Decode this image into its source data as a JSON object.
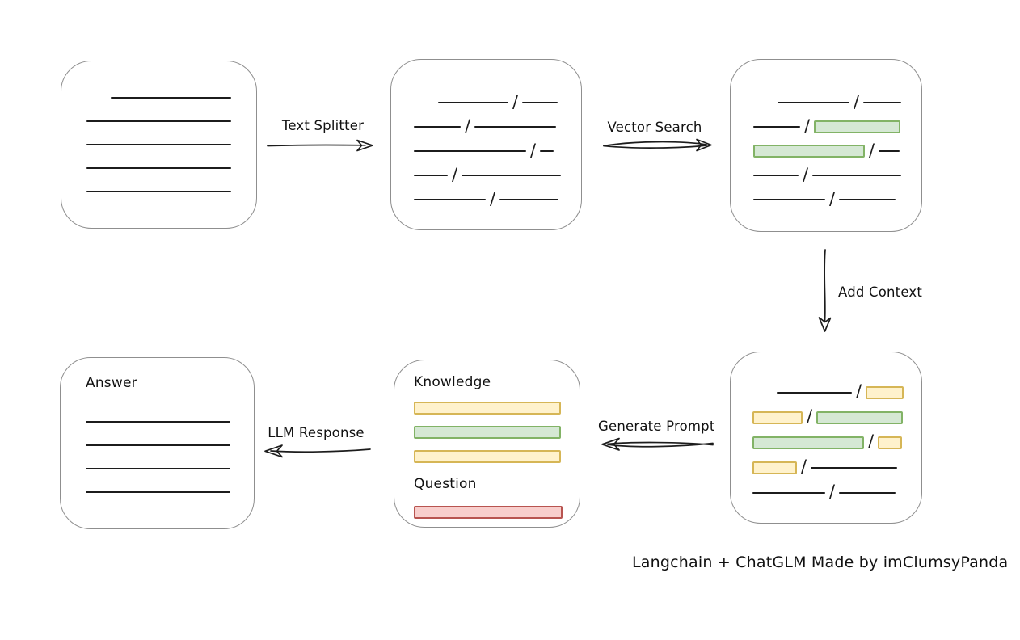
{
  "caption": "Langchain + ChatGLM Made by imClumsyPanda",
  "slash_char": "/",
  "colors": {
    "ink": "#1c1c1c",
    "box_border": "#8f8f8f",
    "green_fill": "#d5e8d4",
    "green_border": "#82b366",
    "yellow_fill": "#fff2cc",
    "yellow_border": "#d6b656",
    "red_fill": "#f8cecc",
    "red_border": "#b85450"
  },
  "arrows": {
    "text_splitter": {
      "label": "Text Splitter",
      "direction": "right"
    },
    "vector_search": {
      "label": "Vector Search",
      "direction": "right"
    },
    "add_context": {
      "label": "Add Context",
      "direction": "down"
    },
    "generate_prompt": {
      "label": "Generate Prompt",
      "direction": "left"
    },
    "llm_response": {
      "label": "LLM Response",
      "direction": "left"
    }
  },
  "boxes": {
    "document": {
      "rows": [
        {
          "segs": [
            {
              "t": "gap",
              "w": 30
            },
            {
              "t": "line",
              "w": 149
            }
          ]
        },
        {
          "segs": [
            {
              "t": "line",
              "w": 179
            }
          ]
        },
        {
          "segs": [
            {
              "t": "line",
              "w": 179
            }
          ]
        },
        {
          "segs": [
            {
              "t": "line",
              "w": 179
            }
          ]
        },
        {
          "segs": [
            {
              "t": "line",
              "w": 179
            }
          ]
        }
      ]
    },
    "chunks": {
      "rows": [
        {
          "segs": [
            {
              "t": "gap",
              "w": 30
            },
            {
              "t": "line",
              "w": 87
            },
            {
              "t": "slash"
            },
            {
              "t": "line",
              "w": 44
            }
          ]
        },
        {
          "segs": [
            {
              "t": "line",
              "w": 58
            },
            {
              "t": "slash"
            },
            {
              "t": "line",
              "w": 101
            }
          ]
        },
        {
          "segs": [
            {
              "t": "line",
              "w": 139
            },
            {
              "t": "slash"
            },
            {
              "t": "line",
              "w": 17
            }
          ]
        },
        {
          "segs": [
            {
              "t": "line",
              "w": 42
            },
            {
              "t": "slash"
            },
            {
              "t": "line",
              "w": 123
            }
          ]
        },
        {
          "segs": [
            {
              "t": "line",
              "w": 89
            },
            {
              "t": "slash"
            },
            {
              "t": "line",
              "w": 73
            }
          ]
        }
      ]
    },
    "vector_results": {
      "rows": [
        {
          "segs": [
            {
              "t": "gap",
              "w": 30
            },
            {
              "t": "line",
              "w": 89
            },
            {
              "t": "slash"
            },
            {
              "t": "line",
              "w": 47
            }
          ]
        },
        {
          "segs": [
            {
              "t": "line",
              "w": 58
            },
            {
              "t": "slash"
            },
            {
              "t": "bar",
              "c": "green",
              "w": 107
            }
          ]
        },
        {
          "segs": [
            {
              "t": "bar",
              "c": "green",
              "w": 138
            },
            {
              "t": "slash"
            },
            {
              "t": "line",
              "w": 26
            }
          ]
        },
        {
          "segs": [
            {
              "t": "line",
              "w": 56
            },
            {
              "t": "slash"
            },
            {
              "t": "line",
              "w": 110
            }
          ]
        },
        {
          "segs": [
            {
              "t": "line",
              "w": 89
            },
            {
              "t": "slash"
            },
            {
              "t": "line",
              "w": 70
            }
          ]
        }
      ]
    },
    "context_added": {
      "rows": [
        {
          "segs": [
            {
              "t": "gap",
              "w": 30
            },
            {
              "t": "line",
              "w": 93
            },
            {
              "t": "slash"
            },
            {
              "t": "bar",
              "c": "yellow",
              "w": 47
            }
          ]
        },
        {
          "segs": [
            {
              "t": "bar",
              "c": "yellow",
              "w": 62
            },
            {
              "t": "slash"
            },
            {
              "t": "bar",
              "c": "green",
              "w": 107
            }
          ]
        },
        {
          "segs": [
            {
              "t": "bar",
              "c": "green",
              "w": 138
            },
            {
              "t": "slash"
            },
            {
              "t": "bar",
              "c": "yellow",
              "w": 30
            }
          ]
        },
        {
          "segs": [
            {
              "t": "bar",
              "c": "yellow",
              "w": 55
            },
            {
              "t": "slash"
            },
            {
              "t": "line",
              "w": 107
            }
          ]
        },
        {
          "segs": [
            {
              "t": "line",
              "w": 90
            },
            {
              "t": "slash"
            },
            {
              "t": "line",
              "w": 70
            }
          ]
        }
      ]
    },
    "prompt": {
      "rows": [
        {
          "h": 34,
          "segs": [
            {
              "t": "title",
              "text": "Knowledge"
            }
          ]
        },
        {
          "h": 30,
          "segs": [
            {
              "t": "bar",
              "c": "yellow",
              "w": 182
            }
          ]
        },
        {
          "h": 30,
          "segs": [
            {
              "t": "bar",
              "c": "green",
              "w": 182
            }
          ]
        },
        {
          "h": 30,
          "segs": [
            {
              "t": "bar",
              "c": "yellow",
              "w": 182
            }
          ]
        },
        {
          "h": 38,
          "segs": [
            {
              "t": "title",
              "text": "Question"
            }
          ]
        },
        {
          "h": 32,
          "segs": [
            {
              "t": "bar",
              "c": "red",
              "w": 184
            }
          ]
        }
      ]
    },
    "answer": {
      "rows": [
        {
          "h": 34,
          "segs": [
            {
              "t": "title",
              "text": "Answer"
            }
          ]
        },
        {
          "h": 16,
          "segs": []
        },
        {
          "h": 29,
          "segs": [
            {
              "t": "line",
              "w": 179
            }
          ]
        },
        {
          "h": 29,
          "segs": [
            {
              "t": "line",
              "w": 179
            }
          ]
        },
        {
          "h": 29,
          "segs": [
            {
              "t": "line",
              "w": 179
            }
          ]
        },
        {
          "h": 29,
          "segs": [
            {
              "t": "line",
              "w": 179
            }
          ]
        }
      ]
    }
  }
}
